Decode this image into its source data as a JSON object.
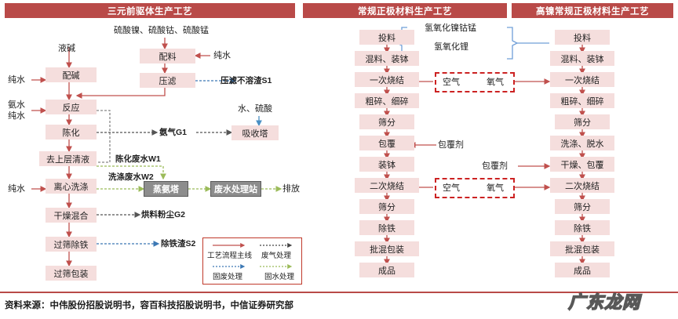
{
  "panels": {
    "left": {
      "title": "三元前驱体生产工艺"
    },
    "middle": {
      "title": "常规正极材料生产工艺"
    },
    "right": {
      "title": "高镍常规正极材料生产工艺"
    }
  },
  "left_flow": {
    "main_chain_a": [
      "配碱",
      "反应",
      "陈化",
      "去上层清液",
      "离心洗涤",
      "干燥混合",
      "过筛除铁",
      "过筛包装"
    ],
    "main_chain_b": [
      "配料",
      "压滤"
    ],
    "gray_boxes": [
      "蒸氨塔",
      "废水处理站"
    ],
    "absorber": "吸收塔",
    "inputs": {
      "ye_jian": "液碱",
      "chun_shui_1": "纯水",
      "an_shui": "氨水",
      "chun_shui_2": "纯水",
      "chun_shui_3": "纯水",
      "chun_shui_top": "纯水",
      "sulfates": "硫酸镍、硫酸钴、硫酸锰",
      "water_acid": "水、硫酸"
    },
    "outputs": {
      "s1": "压滤不溶渣S1",
      "g1": "氨气G1",
      "w1": "陈化废水W1",
      "w2": "洗涤废水W2",
      "g2": "烘料粉尘G2",
      "s2": "除铁渣S2",
      "discharge": "排放"
    }
  },
  "legend": {
    "items": [
      {
        "label": "工艺流程主线",
        "color": "#c0504d",
        "style": "solid"
      },
      {
        "label": "废气处理",
        "color": "#555555",
        "style": "dashed"
      },
      {
        "label": "固废处理",
        "color": "#3c78b4",
        "style": "dashed"
      },
      {
        "label": "固水处理",
        "color": "#9bbb59",
        "style": "dashed"
      }
    ]
  },
  "middle_flow": {
    "steps": [
      "投料",
      "混料、装钵",
      "一次烧结",
      "粗碎、细碎",
      "筛分",
      "包覆",
      "装钵",
      "二次烧结",
      "筛分",
      "除铁",
      "批混包装",
      "成品"
    ],
    "coating_agent": "包覆剂",
    "gas_box_1": {
      "air": "空气",
      "oxygen": "氧气"
    },
    "gas_box_2": {
      "air": "空气",
      "oxygen": "氧气"
    }
  },
  "right_flow": {
    "steps": [
      "投料",
      "混料、装钵",
      "一次烧结",
      "粗碎、细碎",
      "筛分",
      "洗涤、脱水",
      "干燥、包覆",
      "二次烧结",
      "筛分",
      "除铁",
      "批混包装",
      "成品"
    ],
    "coating_agent": "包覆剂"
  },
  "raw_materials": {
    "line1": "氢氧化镍钴锰",
    "line2": "氢氧化锂"
  },
  "footer": {
    "source": "资料来源：中伟股份招股说明书，容百科技招股说明书，中信证券研究部",
    "watermark": "广东龙网"
  },
  "colors": {
    "header_red": "#b94a48",
    "box_pink": "#f5dedd",
    "box_gray": "#8d8d8d",
    "main_line": "#c0504d",
    "solid_waste_line": "#3c78b4",
    "waste_gas_line": "#555555",
    "waste_water_line": "#9bbb59",
    "brace_blue": "#6f9fd8",
    "dash_red": "#cc2222"
  }
}
